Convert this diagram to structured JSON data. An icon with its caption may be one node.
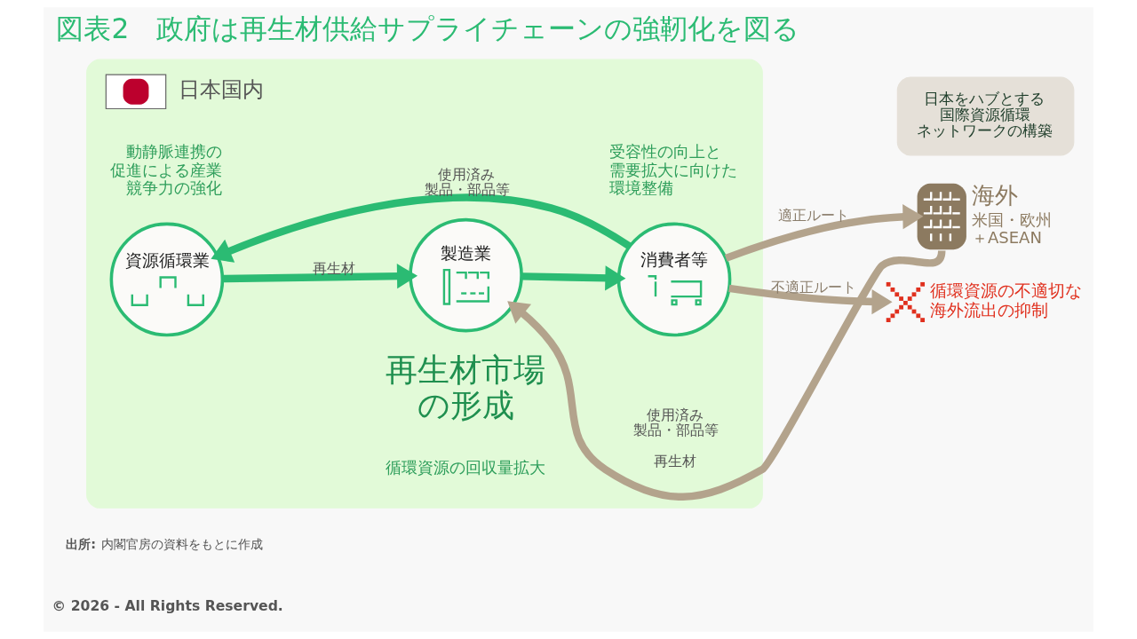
{
  "diagram": {
    "title": "図表2　政府は再生材供給サプライチェーンの強靭化を図る",
    "caption": "**出所:** 内閣官房の資料をもとに作成",
    "nodes": [
      {
        "text": [
          "日本国内"
        ]
      },
      {
        "text": [
          "製造業"
        ],
        "in": 0
      },
      {
        "text": [
          "資源循環業"
        ],
        "in": 0
      },
      {
        "text": [
          "消費者等"
        ],
        "in": 0
      },
      {
        "text": [
          "日本をハブとする国際資源循環ネットワークの構築"
        ]
      },
      {
        "text": [],
        "shape": "picture",
        "beside": [
          "海外",
          "米国・欧州＋ASEAN"
        ]
      },
      {
        "text": [],
        "shape": "cross",
        "beside": [
          "循環資源の不適切な海外流出の抑制"
        ]
      }
    ],
    "edges": [
      {
        "from": 5,
        "to": 1,
        "arrow": "to",
        "label": "再生材",
        "color": "#b3a38c"
      },
      {
        "from": 2,
        "to": 1,
        "arrow": "to",
        "label": "再生材",
        "color": "#2bbb73"
      },
      {
        "from": 1,
        "to": 3,
        "arrow": "to",
        "color": "#2bbb73"
      },
      {
        "from": 3,
        "to": 2,
        "arrow": "to",
        "label": "使用済み製品・部品等",
        "color": "#2bbb73"
      },
      {
        "from": 3,
        "to": 5,
        "arrow": "to",
        "label": "適正ルート",
        "color": "#b3a38c"
      },
      {
        "from": 3,
        "to": 6,
        "arrow": "to",
        "label": "不適正ルート",
        "color": "#b3a38c"
      }
    ],
    "labels": [
      "動静脈連携の促進による産業競争力の強化",
      "再生材市場の形成",
      "受容性の向上と需要拡大に向けた環境整備",
      "使用済み製品・部品等",
      "循環資源の回収量拡大",
      "© 2026 - All Rights Reserved."
    ]
  }
}
